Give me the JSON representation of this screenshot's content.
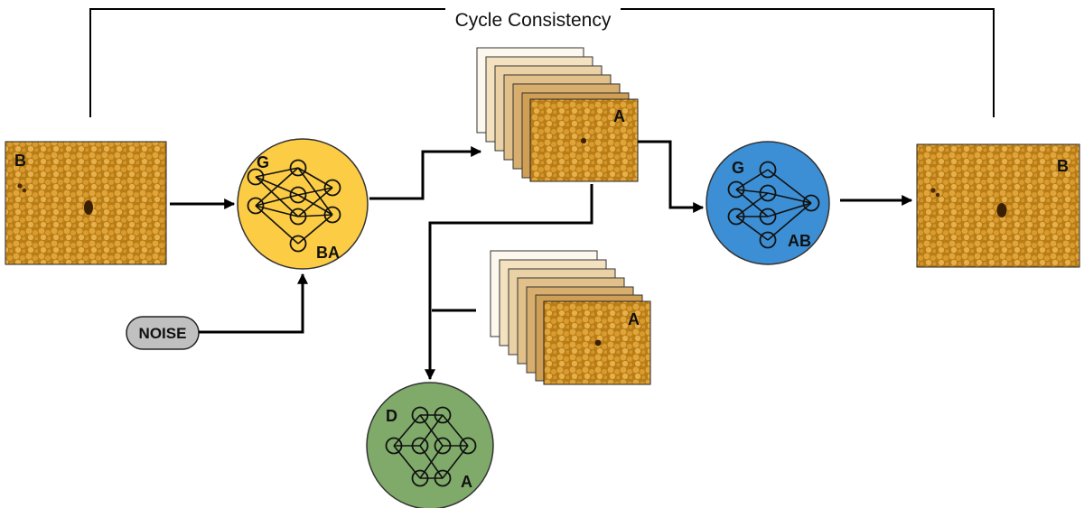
{
  "title": "Cycle Consistency",
  "image_b_left": {
    "label": "B"
  },
  "image_b_right": {
    "label": "B"
  },
  "stack_top": {
    "label": "A"
  },
  "stack_bottom": {
    "label": "A"
  },
  "generator_ba": {
    "letter": "G",
    "subscript": "BA",
    "color": "#fccc45"
  },
  "generator_ab": {
    "letter": "G",
    "subscript": "AB",
    "color": "#3c8fd4"
  },
  "discriminator": {
    "letter": "D",
    "subscript": "A",
    "color": "#7faa6a"
  },
  "noise": {
    "label": "NOISE"
  },
  "colors": {
    "solar_bg": "#c68a1c",
    "solar_cell": "#e2a838",
    "solar_dark": "#6b3f05",
    "noise_fill": "#c0c0c0"
  }
}
